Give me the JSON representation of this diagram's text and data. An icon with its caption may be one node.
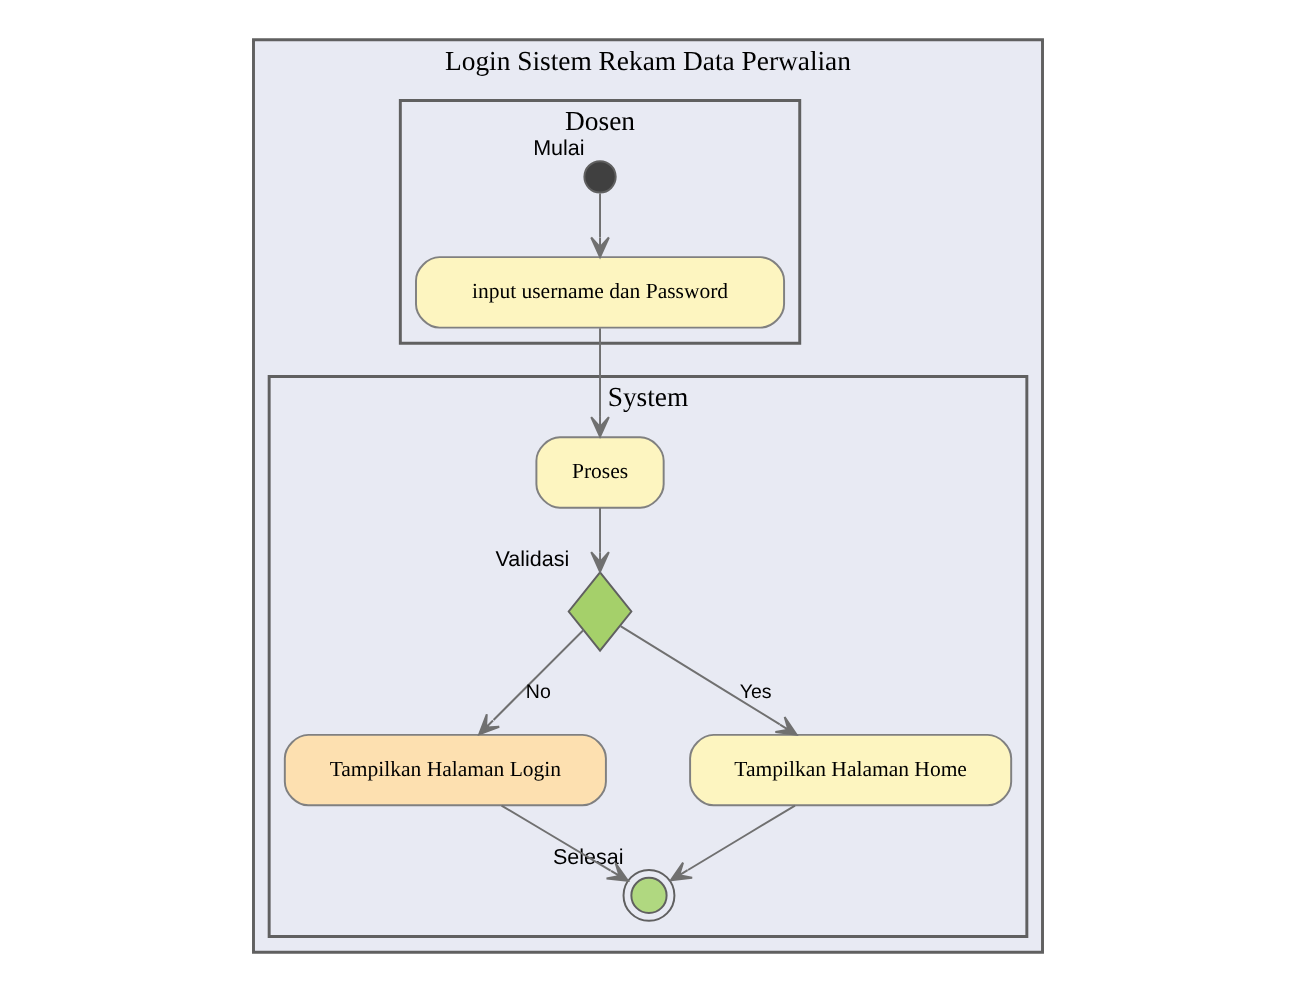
{
  "diagram": {
    "nodes": [
      {
        "text": [
          "Login Sistem Rekam Data Perwalian"
        ]
      },
      {
        "text": [
          "Dosen"
        ],
        "in": 0
      },
      {
        "text": [
          "System"
        ],
        "in": 0
      },
      {
        "text": [],
        "shape": "circle",
        "beside": [
          "Mulai"
        ],
        "in": 1
      },
      {
        "text": [
          "input username dan Password"
        ],
        "in": 1
      },
      {
        "text": [
          "Proses"
        ],
        "in": 2
      },
      {
        "text": [],
        "shape": "diamond",
        "beside": [
          "Validasi"
        ],
        "in": 2
      },
      {
        "text": [
          "Tampilkan Halaman Login"
        ],
        "in": 2
      },
      {
        "text": [
          "Tampilkan Halaman Home"
        ],
        "in": 2
      },
      {
        "text": [],
        "shape": "circle",
        "beside": [
          "Selesai"
        ],
        "in": 2
      }
    ],
    "edges": [
      {
        "from": 3,
        "to": 4,
        "arrow": "to"
      },
      {
        "from": 4,
        "to": 5,
        "arrow": "to"
      },
      {
        "from": 5,
        "to": 6,
        "arrow": "to"
      },
      {
        "from": 6,
        "to": 7,
        "arrow": "to",
        "label": "No"
      },
      {
        "from": 6,
        "to": 8,
        "arrow": "to",
        "label": "Yes"
      },
      {
        "from": 8,
        "to": 9,
        "arrow": "to"
      },
      {
        "from": 7,
        "to": 9,
        "arrow": "to"
      }
    ]
  }
}
